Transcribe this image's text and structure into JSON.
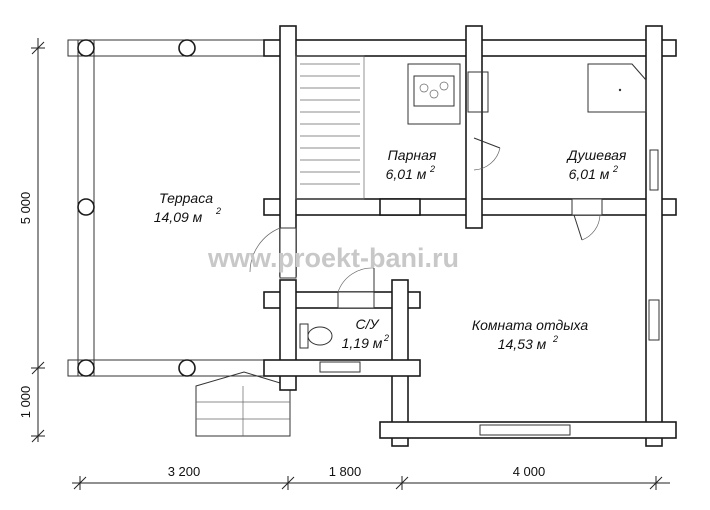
{
  "watermark": "www.proekt-bani.ru",
  "rooms": {
    "terrace": {
      "name": "Терраса",
      "area": "14,09 м",
      "sup": "2"
    },
    "steam": {
      "name": "Парная",
      "area": "6,01 м",
      "sup": "2"
    },
    "shower": {
      "name": "Душевая",
      "area": "6,01 м",
      "sup": "2"
    },
    "wc": {
      "name": "С/У",
      "area": "1,19 м",
      "sup": "2"
    },
    "rest": {
      "name": "Комната отдыха",
      "area": "14,53 м",
      "sup": "2"
    }
  },
  "dimensions": {
    "bottom": [
      "3 200",
      "1 800",
      "4 000"
    ],
    "left": [
      "5 000",
      "1 000"
    ]
  }
}
